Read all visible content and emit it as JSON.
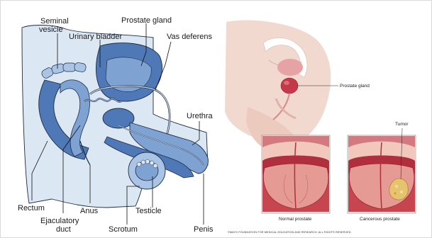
{
  "left_diagram": {
    "labels": {
      "seminal_vesicle_1": "Seminal",
      "seminal_vesicle_2": "vesicle",
      "urinary_bladder": "Urinary bladder",
      "prostate_gland": "Prostate gland",
      "vas_deferens": "Vas deferens",
      "urethra": "Urethra",
      "rectum": "Rectum",
      "anus": "Anus",
      "ejaculatory_duct_1": "Ejaculatory",
      "ejaculatory_duct_2": "duct",
      "testicle": "Testicle",
      "scrotum": "Scrotum",
      "penis": "Penis"
    },
    "colors": {
      "organ_dark": "#4f79b6",
      "organ_mid": "#7ea2d2",
      "organ_light": "#aac4e6",
      "body_fill": "#dce7f4",
      "outline": "#1d2a44"
    }
  },
  "right_illustration": {
    "labels": {
      "prostate_gland": "Prostate gland",
      "tumor": "Tumor",
      "normal_prostate": "Normal prostate",
      "cancerous_prostate": "Cancerous prostate",
      "copyright": "©MAYO FOUNDATION FOR MEDICAL EDUCATION AND RESEARCH. ALL RIGHTS RESERVED."
    },
    "colors": {
      "skin": "#f2d9cf",
      "tissue": "#d9888a",
      "gland": "#c4394a",
      "tumor": "#e7c36d"
    }
  }
}
